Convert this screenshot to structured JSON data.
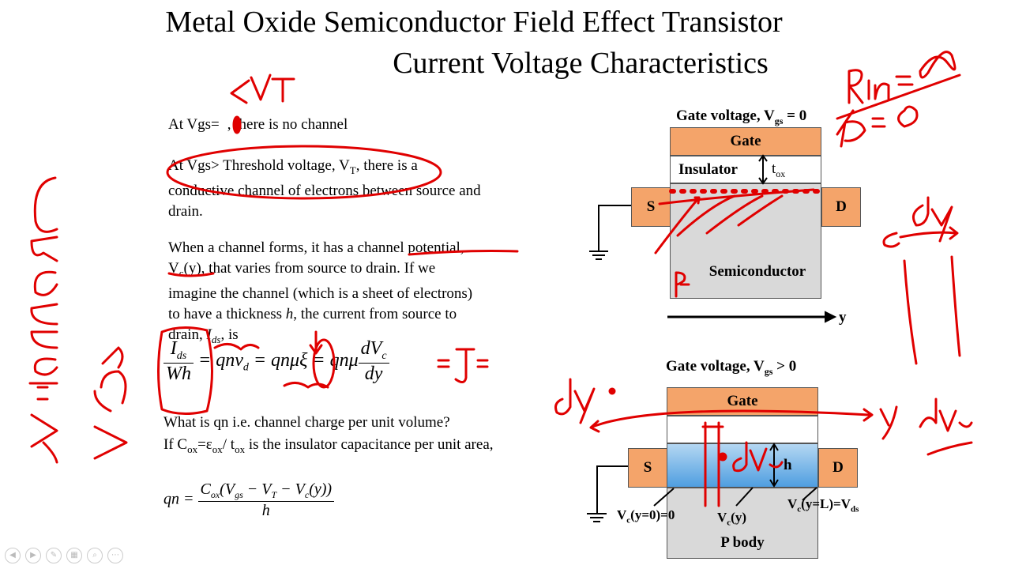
{
  "title": {
    "line1": "Metal Oxide Semiconductor Field Effect Transistor",
    "line2": "Current Voltage Characteristics"
  },
  "body": {
    "p1_a": "At Vgs=",
    "p1_b": ", there is no channel",
    "p2_l1": "At Vgs> Threshold voltage, V",
    "p2_l1_sub": "T",
    "p2_l1_end": ", there is a",
    "p2_l2": "conductive channel of electrons between source and",
    "p2_l3": "drain.",
    "p3_l1": "When a channel forms, it has a channel potential,",
    "p3_l2_a": "V",
    "p3_l2_sub": "c",
    "p3_l2_b": "(y), that varies from source to drain. If we",
    "p3_l3": "imagine the channel (which is a sheet of electrons)",
    "p3_l4_a": "to have a thickness ",
    "p3_l4_h": "h",
    "p3_l4_b": ", the current from source to",
    "p3_l5_a": "drain, ",
    "p3_l5_I": "I",
    "p3_l5_sub": "ds",
    "p3_l5_b": ", is",
    "q1": "What is qn i.e. channel charge per unit volume?",
    "q2_a": "If C",
    "q2_sub1": "ox",
    "q2_b": "=ε",
    "q2_sub2": "ox",
    "q2_c": "/ t",
    "q2_sub3": "ox",
    "q2_d": " is the insulator capacitance per unit area,"
  },
  "equation1": {
    "lhs_num": "I",
    "lhs_num_sub": "ds",
    "lhs_den": "Wh",
    "t1": "= qnv",
    "t1_sub": "d",
    "t2": "= qnμξ",
    "t3": "= qnμ",
    "frac_num": "dV",
    "frac_num_sub": "c",
    "frac_den": "dy"
  },
  "equation2": {
    "lhs": "qn =",
    "num": "C",
    "num_sub": "ox",
    "num_rest": "(V",
    "num_sub2": "gs",
    "num_rest2": " − V",
    "num_sub3": "T",
    "num_rest3": " − V",
    "num_sub4": "c",
    "num_rest4": "(y))",
    "den": "h"
  },
  "diagram_top": {
    "heading_a": "Gate voltage, V",
    "heading_sub": "gs",
    "heading_b": " = 0",
    "gate": "Gate",
    "insulator": "Insulator",
    "tox_a": "t",
    "tox_sub": "ox",
    "source": "S",
    "drain": "D",
    "semiconductor": "Semiconductor",
    "axis": "y"
  },
  "diagram_bottom": {
    "heading_a": "Gate voltage, V",
    "heading_sub": "gs",
    "heading_b": " > 0",
    "gate": "Gate",
    "source": "S",
    "drain": "D",
    "h": "h",
    "pbody": "P body",
    "vc0_a": "V",
    "vc0_sub": "c",
    "vc0_b": "(y=0)=0",
    "vcy_a": "V",
    "vcy_sub": "c",
    "vcy_b": "(y)",
    "vcl_a": "V",
    "vcl_sub": "c",
    "vcl_b": "(y=L)=V",
    "vcl_sub2": "ds"
  },
  "ink_color": "#e00000",
  "colors": {
    "gate": "#f4a46a",
    "semiconductor": "#d9d9d9",
    "channel_top": "#b4d7f2",
    "channel_bottom": "#4f9ee0"
  }
}
